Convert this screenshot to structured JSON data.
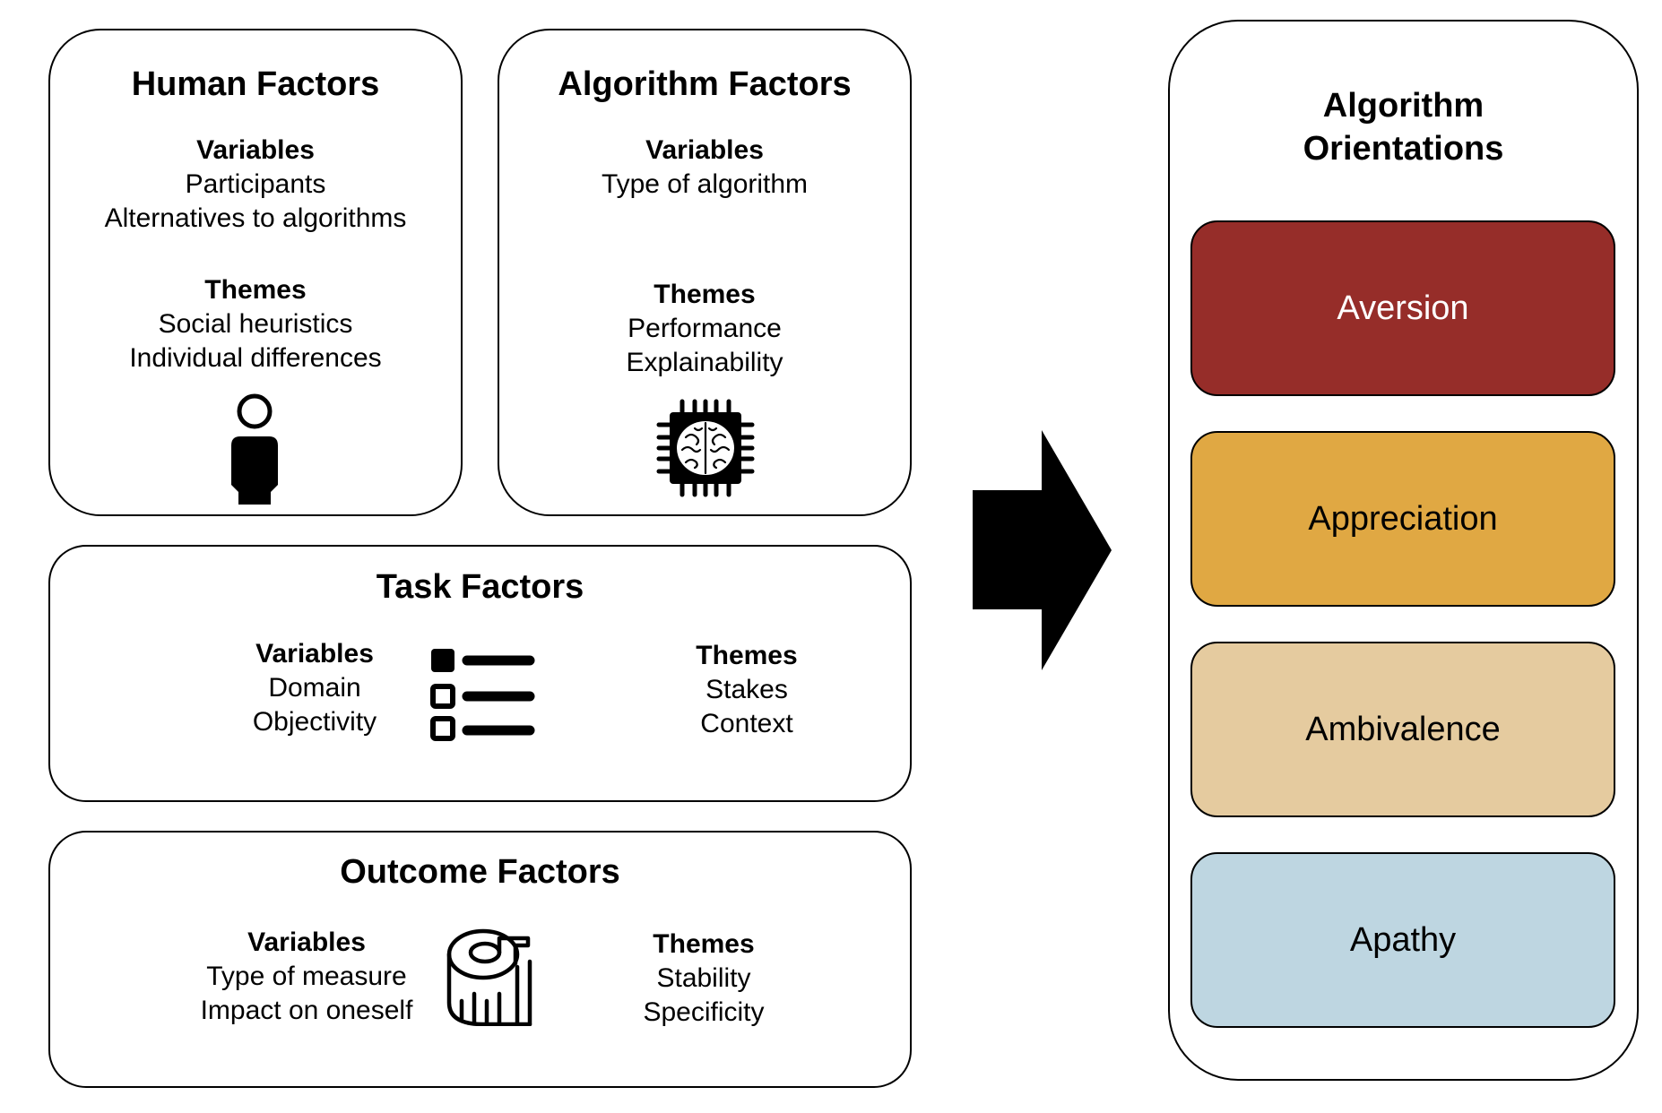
{
  "human_factors": {
    "title": "Human Factors",
    "variables_heading": "Variables",
    "variables": [
      "Participants",
      "Alternatives to algorithms"
    ],
    "themes_heading": "Themes",
    "themes": [
      "Social heuristics",
      "Individual differences"
    ],
    "icon": "person-icon"
  },
  "algorithm_factors": {
    "title": "Algorithm Factors",
    "variables_heading": "Variables",
    "variables": [
      "Type of algorithm"
    ],
    "themes_heading": "Themes",
    "themes": [
      "Performance",
      "Explainability"
    ],
    "icon": "brain-chip-icon"
  },
  "task_factors": {
    "title": "Task Factors",
    "variables_heading": "Variables",
    "variables": [
      "Domain",
      "Objectivity"
    ],
    "themes_heading": "Themes",
    "themes": [
      "Stakes",
      "Context"
    ],
    "icon": "checklist-icon"
  },
  "outcome_factors": {
    "title": "Outcome Factors",
    "variables_heading": "Variables",
    "variables": [
      "Type of measure",
      "Impact on oneself"
    ],
    "themes_heading": "Themes",
    "themes": [
      "Stability",
      "Specificity"
    ],
    "icon": "measuring-tape-icon"
  },
  "connector": {
    "icon": "right-arrow-icon"
  },
  "algorithm_orientations": {
    "title_line1": "Algorithm",
    "title_line2": "Orientations",
    "items": [
      {
        "label": "Aversion",
        "color": "#962d29",
        "text_color": "#ffffff"
      },
      {
        "label": "Appreciation",
        "color": "#e0a843",
        "text_color": "#000000"
      },
      {
        "label": "Ambivalence",
        "color": "#e5cb9f",
        "text_color": "#000000"
      },
      {
        "label": "Apathy",
        "color": "#bed6e1",
        "text_color": "#000000"
      }
    ]
  }
}
